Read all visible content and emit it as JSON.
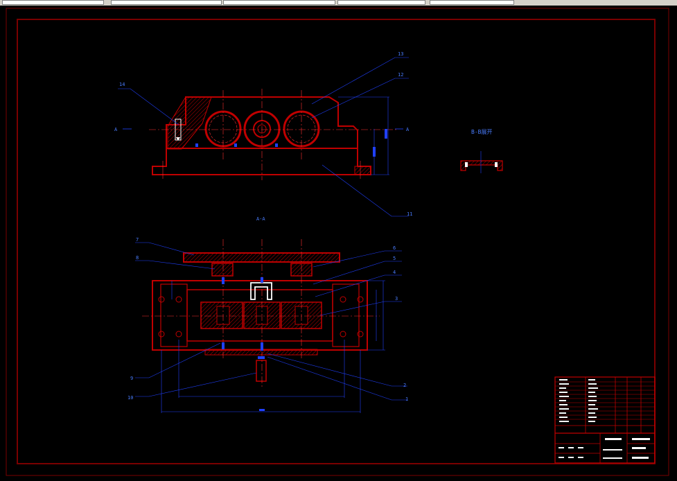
{
  "toolbar": {
    "fields": 5
  },
  "drawing": {
    "colors": {
      "frame": "#7a0000",
      "outline": "#c00000",
      "center": "#ff3030",
      "dim": "#2040ff",
      "white": "#ffffff",
      "bg": "#000000"
    },
    "section_labels": {
      "a_left": "A",
      "a_right": "A",
      "aa": "A-A",
      "bb": "B-B展开"
    },
    "callouts": [
      "1",
      "2",
      "3",
      "4",
      "5",
      "6",
      "7",
      "8",
      "9",
      "10",
      "11",
      "12",
      "13",
      "14"
    ]
  }
}
